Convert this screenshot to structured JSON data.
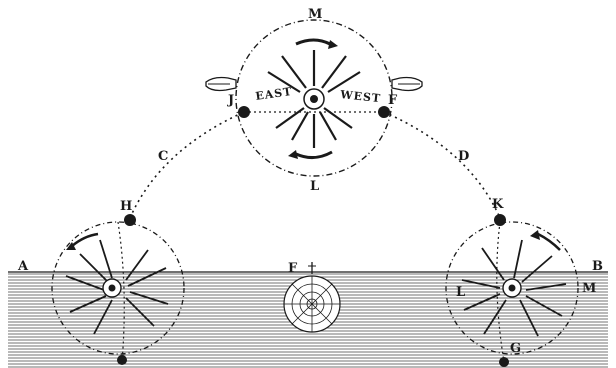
{
  "labels": {
    "M_top": "M",
    "J": "J",
    "F_right": "F",
    "east": "EAST",
    "west": "WEST",
    "L_top": "L",
    "C": "C",
    "D": "D",
    "H": "H",
    "K": "K",
    "A": "A",
    "B": "B",
    "F_center": "F",
    "L_right": "L",
    "M_right": "M",
    "G": "G"
  },
  "colors": {
    "ink": "#1a1a1a",
    "paper": "#ffffff"
  }
}
